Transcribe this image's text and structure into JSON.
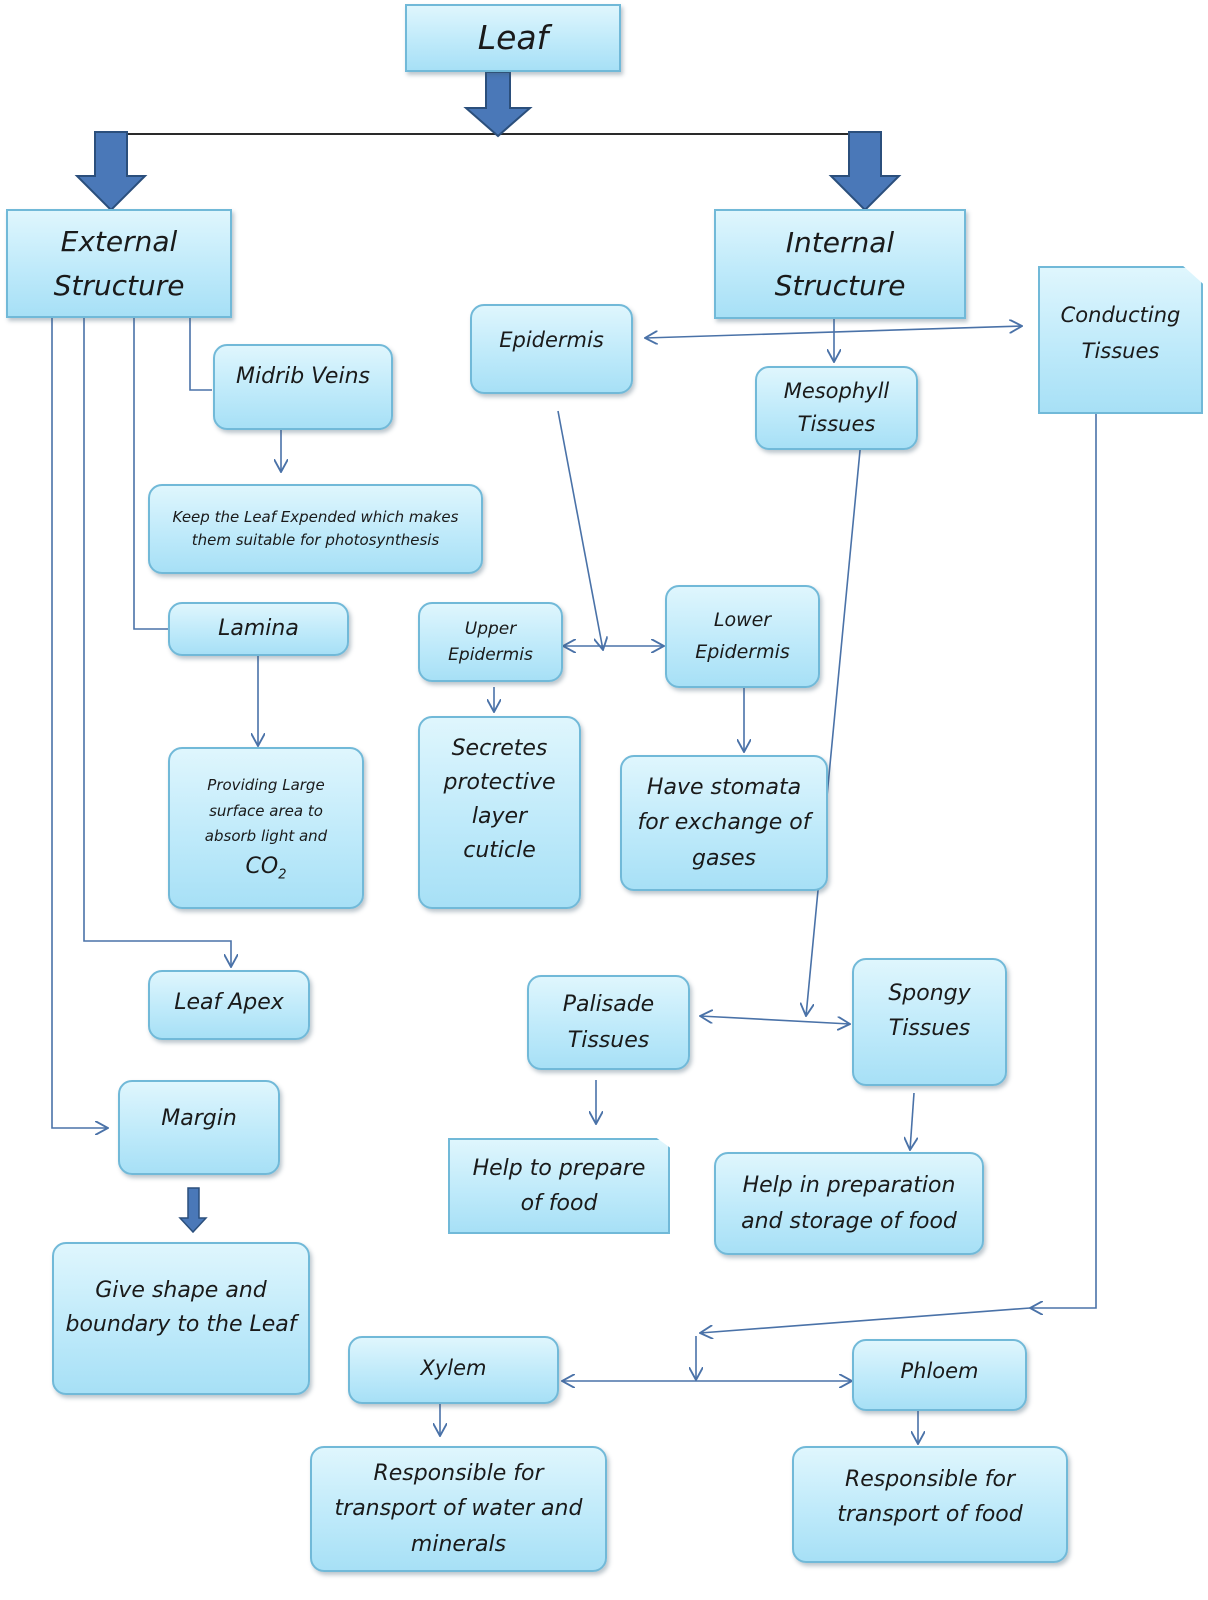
{
  "diagram": {
    "root": "Leaf",
    "external": {
      "title": "External\nStructure",
      "midrib": "Midrib Veins",
      "midrib_desc": "Keep the Leaf Expended which makes\nthem suitable for photosynthesis",
      "lamina": "Lamina",
      "lamina_desc": "Providing Large\nsurface area to\nabsorb light and",
      "lamina_desc_co2": "CO",
      "lamina_desc_co2_sub": "2",
      "apex": "Leaf Apex",
      "margin": "Margin",
      "margin_desc": "Give shape and\nboundary to the Leaf"
    },
    "internal": {
      "title": "Internal\nStructure",
      "epidermis": "Epidermis",
      "mesophyll": "Mesophyll\nTissues",
      "conducting": "Conducting\nTissues",
      "upper_epidermis": "Upper\nEpidermis",
      "upper_desc": "Secretes\nprotective\nlayer\ncuticle",
      "lower_epidermis": "Lower\nEpidermis",
      "lower_desc": "Have stomata\nfor exchange of\ngases",
      "palisade": "Palisade\nTissues",
      "palisade_desc": "Help to prepare\nof food",
      "spongy": "Spongy\nTissues",
      "spongy_desc": "Help in preparation\nand storage of food",
      "xylem": "Xylem",
      "xylem_desc": "Responsible for\ntransport of water and\nminerals",
      "phloem": "Phloem",
      "phloem_desc": "Responsible for\ntransport of food"
    }
  },
  "colors": {
    "box_fill_top": "#dff6fd",
    "box_fill_bottom": "#a7e0f6",
    "box_border": "#71b9d8",
    "connector": "#4a72a8",
    "block_arrow": "#4a78b8",
    "block_arrow_outline": "#2b4f7c"
  }
}
